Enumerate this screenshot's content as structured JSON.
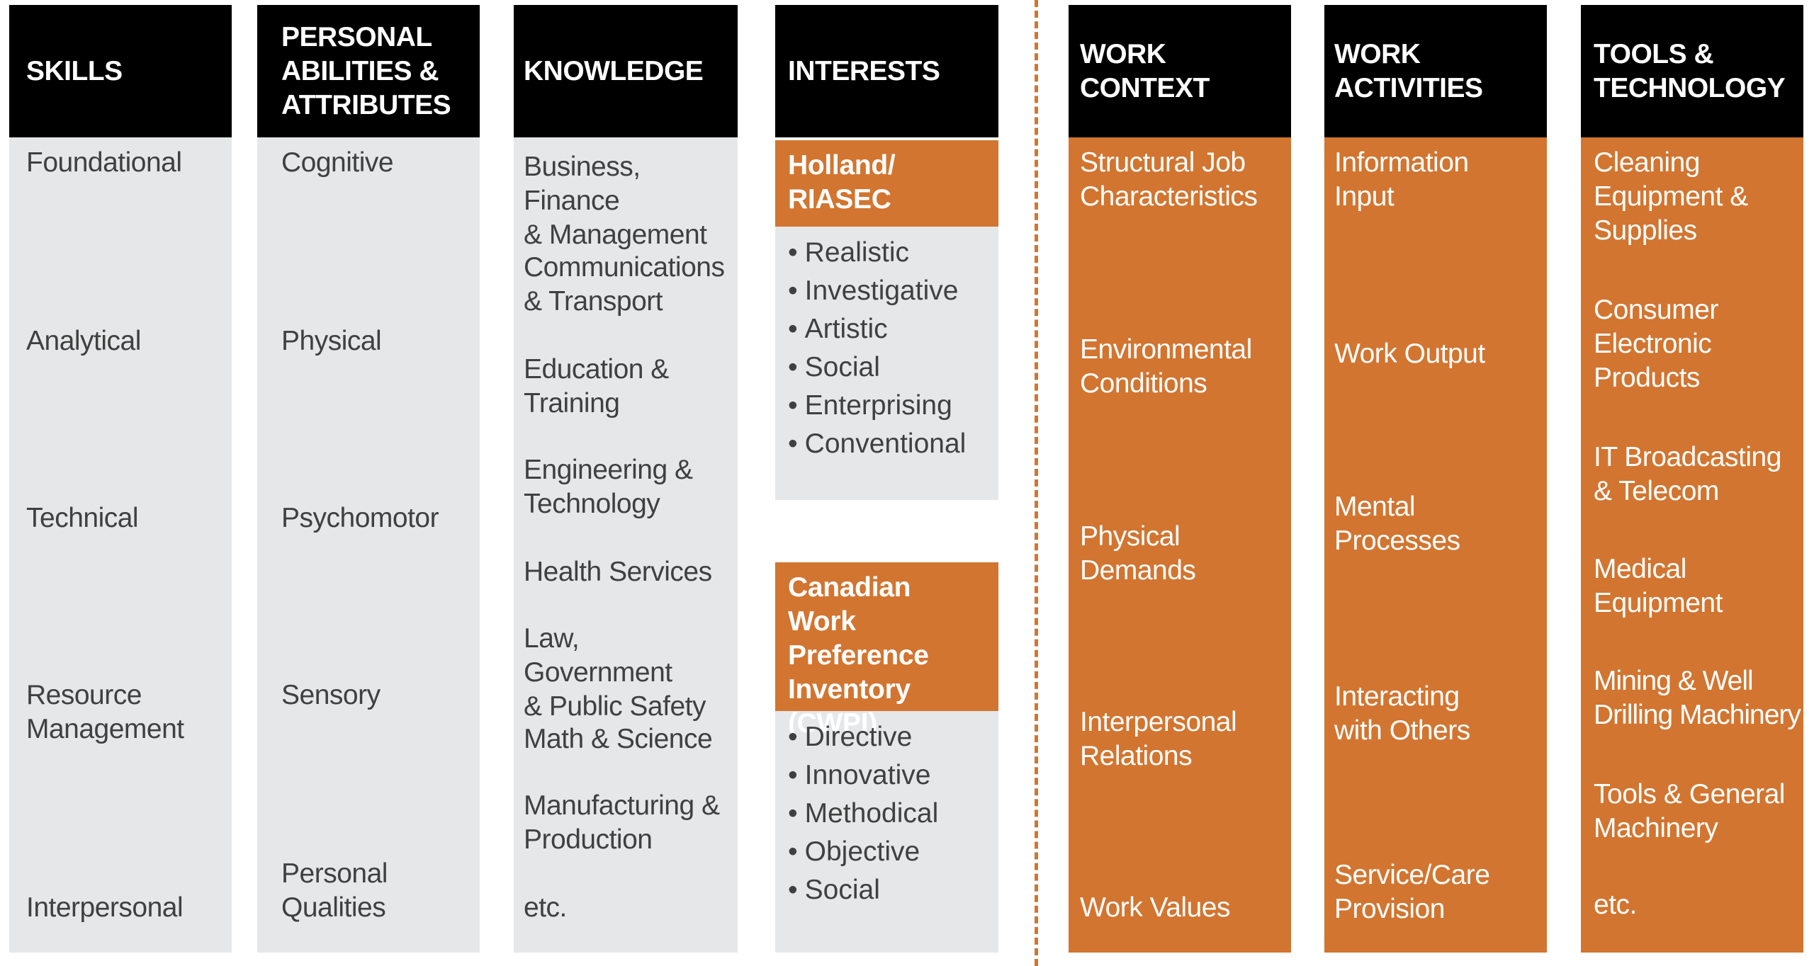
{
  "columns": {
    "skills": {
      "header": "SKILLS",
      "items": [
        "Foundational",
        "Analytical",
        "Technical",
        "Resource\nManagement",
        "Interpersonal"
      ]
    },
    "abilities": {
      "header": "PERSONAL\nABILITIES &\nATTRIBUTES",
      "items": [
        "Cognitive",
        "Physical",
        "Psychomotor",
        "Sensory",
        "Personal\nQualities"
      ]
    },
    "knowledge": {
      "header": "KNOWLEDGE",
      "items": [
        "Business, Finance\n& Management",
        "Communications\n& Transport",
        "Education &\nTraining",
        "Engineering &\nTechnology",
        "Health Services",
        "Law, Government\n& Public Safety",
        "Math & Science",
        "Manufacturing &\nProduction",
        "etc."
      ]
    },
    "interests": {
      "header": "INTERESTS",
      "holland": {
        "title": "Holland/\nRIASEC",
        "items": [
          "Realistic",
          "Investigative",
          "Artistic",
          "Social",
          "Enterprising",
          "Conventional"
        ]
      },
      "cwpi": {
        "title": "Canadian Work\nPreference\nInventory\n(CWPI)",
        "items": [
          "Directive",
          "Innovative",
          "Methodical",
          "Objective",
          "Social"
        ]
      }
    },
    "work_context": {
      "header": "WORK\nCONTEXT",
      "items": [
        "Structural Job\nCharacteristics",
        "Environmental\nConditions",
        "Physical\nDemands",
        "Interpersonal\nRelations",
        "Work Values"
      ]
    },
    "work_activities": {
      "header": "WORK\nACTIVITIES",
      "items": [
        "Information\nInput",
        "Work Output",
        "Mental\nProcesses",
        "Interacting\nwith Others",
        "Service/Care\nProvision"
      ]
    },
    "tools": {
      "header": "TOOLS &\nTECHNOLOGY",
      "items": [
        "Cleaning\nEquipment &\nSupplies",
        "Consumer\nElectronic\nProducts",
        "IT Broadcasting\n& Telecom",
        "Medical\nEquipment",
        "Mining & Well\nDrilling Machinery",
        "Tools & General\nMachinery",
        "etc."
      ]
    }
  },
  "colors": {
    "header_bg": "#000000",
    "grey_bg": "#e6e7e8",
    "orange_bg": "#d27530",
    "divider": "#d27530"
  }
}
